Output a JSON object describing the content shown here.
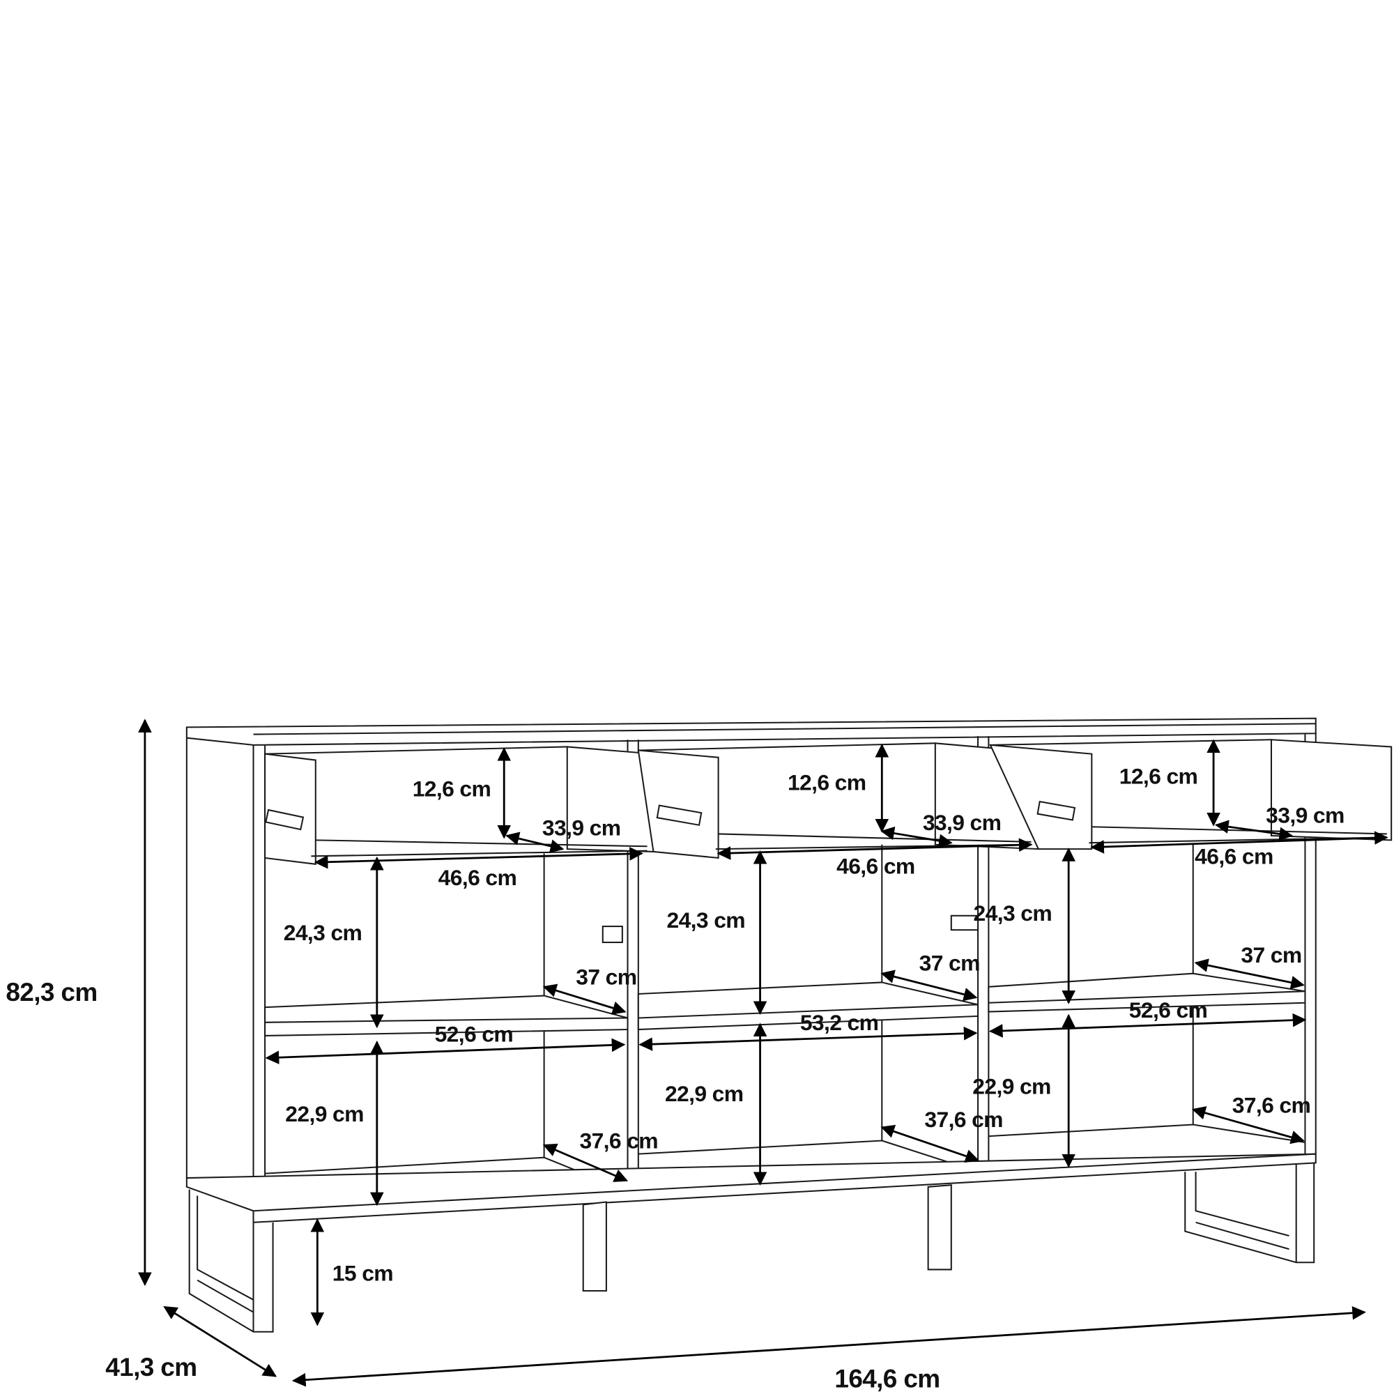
{
  "overall": {
    "height": "82,3 cm",
    "depth": "41,3 cm",
    "width": "164,6 cm",
    "leg_height": "15 cm"
  },
  "columns": [
    {
      "drawer_height": "12,6 cm",
      "drawer_depth": "33,9 cm",
      "drawer_width": "46,6 cm",
      "upper_height": "24,3 cm",
      "upper_depth": "37 cm",
      "shelf_width": "52,6 cm",
      "lower_height": "22,9 cm",
      "lower_depth": "37,6 cm"
    },
    {
      "drawer_height": "12,6 cm",
      "drawer_depth": "33,9 cm",
      "drawer_width": "46,6 cm",
      "upper_height": "24,3 cm",
      "upper_depth": "37 cm",
      "shelf_width": "53,2 cm",
      "lower_height": "22,9 cm",
      "lower_depth": "37,6 cm"
    },
    {
      "drawer_height": "12,6 cm",
      "drawer_depth": "33,9 cm",
      "drawer_width": "46,6 cm",
      "upper_height": "24,3 cm",
      "upper_depth": "37 cm",
      "shelf_width": "52,6 cm",
      "lower_height": "22,9 cm",
      "lower_depth": "37,6 cm"
    }
  ]
}
